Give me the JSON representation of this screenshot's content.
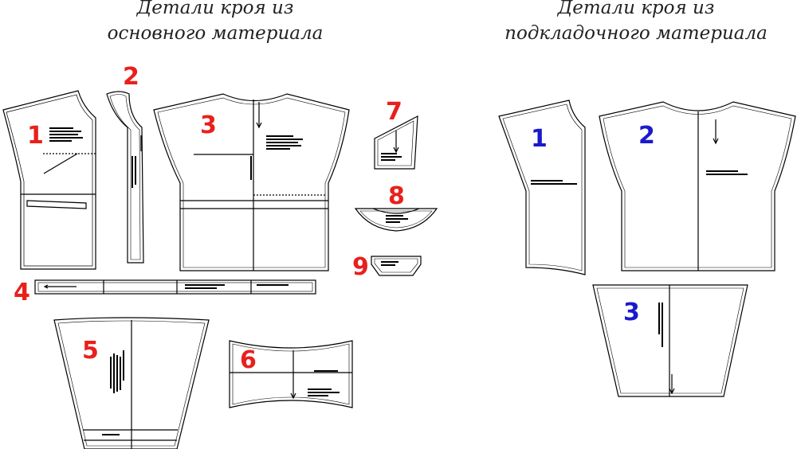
{
  "headings": {
    "main_line1": "Детали кроя из",
    "main_line2": "основного материала",
    "lining_line1": "Детали кроя из",
    "lining_line2": "подкладочного материала"
  },
  "colors": {
    "main_numbers": "#e8201c",
    "lining_numbers": "#1a1acc",
    "outline": "#000000"
  },
  "main_pieces": [
    {
      "number": "1"
    },
    {
      "number": "2"
    },
    {
      "number": "3"
    },
    {
      "number": "4"
    },
    {
      "number": "5"
    },
    {
      "number": "6"
    },
    {
      "number": "7"
    },
    {
      "number": "8"
    },
    {
      "number": "9"
    }
  ],
  "lining_pieces": [
    {
      "number": "1"
    },
    {
      "number": "2"
    },
    {
      "number": "3"
    }
  ]
}
